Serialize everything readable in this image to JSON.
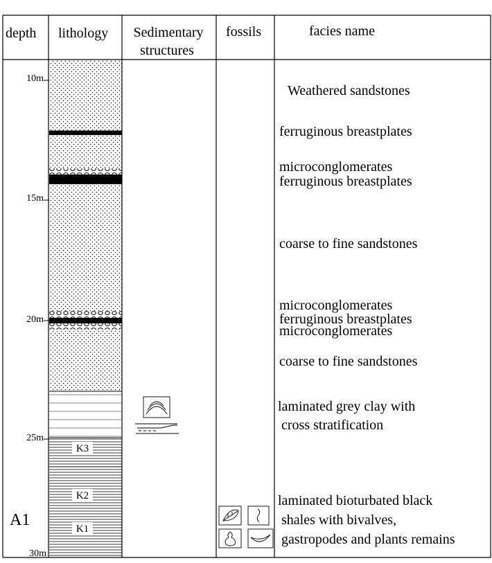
{
  "headers": {
    "depth": "depth",
    "lithology": "lithology",
    "sed_line1": "Sedimentary",
    "sed_line2": "structures",
    "fossils": "fossils",
    "facies": "facies name"
  },
  "depth_labels": [
    "10m",
    "15m",
    "20m",
    "25m",
    "30m"
  ],
  "well_label": "A1",
  "bed_labels": [
    "K3",
    "K2",
    "K1"
  ],
  "facies": [
    [
      "Weathered sandstones"
    ],
    [
      "ferruginous breastplates"
    ],
    [
      "microconglomerates"
    ],
    [
      "ferruginous breastplates"
    ],
    [
      "coarse to fine sandstones"
    ],
    [
      "microconglomerates"
    ],
    [
      "ferruginous breastplates"
    ],
    [
      "microconglomerates"
    ],
    [
      "coarse to fine sandstones"
    ],
    [
      "laminated grey clay with",
      " cross stratification"
    ],
    [
      "laminated bioturbated black",
      " shales with bivalves,",
      " gastropodes and plants remains"
    ]
  ],
  "lithology_colors": {
    "ink": "#000000",
    "paper": "#ffffff"
  },
  "icons": [
    "cross-stratification-icon",
    "plant-leaf-fossil-icon",
    "worm-burrow-fossil-icon",
    "gastropod-fossil-icon",
    "bivalve-fossil-icon"
  ]
}
